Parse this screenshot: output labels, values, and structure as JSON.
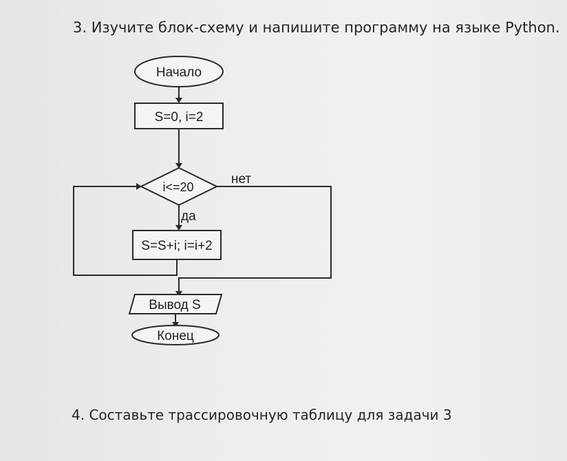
{
  "task3": {
    "text": "3. Изучите блок-схему и напишите программу на языке Python."
  },
  "flowchart": {
    "start": "Начало",
    "init": "S=0, i=2",
    "condition": "i<=20",
    "no_label": "нет",
    "yes_label": "да",
    "body": "S=S+i; i=i+2",
    "output": "Вывод S",
    "end": "Конец"
  },
  "task4": {
    "text": "4. Составьте трассировочную таблицу для задачи 3"
  }
}
